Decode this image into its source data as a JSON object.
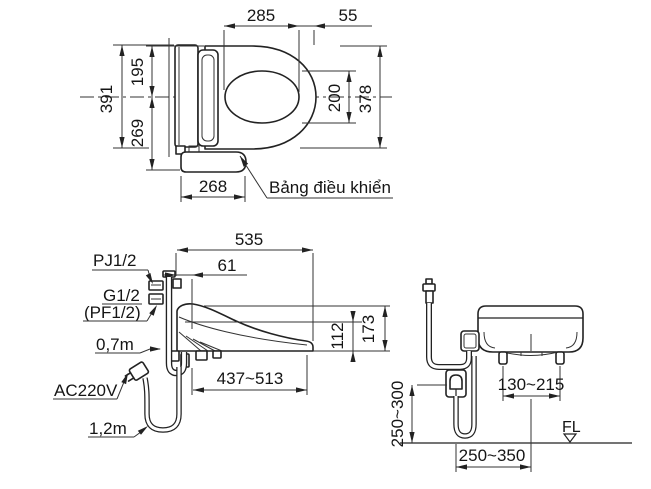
{
  "colors": {
    "line": "#222222",
    "background": "#ffffff"
  },
  "top_view": {
    "dim_seat_opening_length": "285",
    "dim_lid_front_overhang": "55",
    "dim_total_depth": "391",
    "dim_top_to_centerline": "195",
    "dim_centerline_to_panel": "269",
    "dim_opening_width": "200",
    "dim_overall_width": "378",
    "dim_panel_length": "268",
    "control_panel_label": "Bảng điều khiển"
  },
  "side_view": {
    "dim_total_length": "535",
    "dim_back_to_inlet": "61",
    "dim_inlet_height": "112",
    "dim_overall_height": "173",
    "dim_inlet_to_front": "437~513",
    "label_water_connection": "PJ1/2",
    "label_valve_thread": "G1/2",
    "label_valve_thread_alt": "(PF1/2)",
    "label_hose_length": "0,7m",
    "label_power_supply": "AC220V",
    "label_cord_length": "1,2m"
  },
  "rear_view": {
    "dim_bolt_pitch": "130~215",
    "dim_outlet_height": "250~300",
    "dim_outlet_offset": "250~350",
    "label_floor_level": "FL"
  }
}
